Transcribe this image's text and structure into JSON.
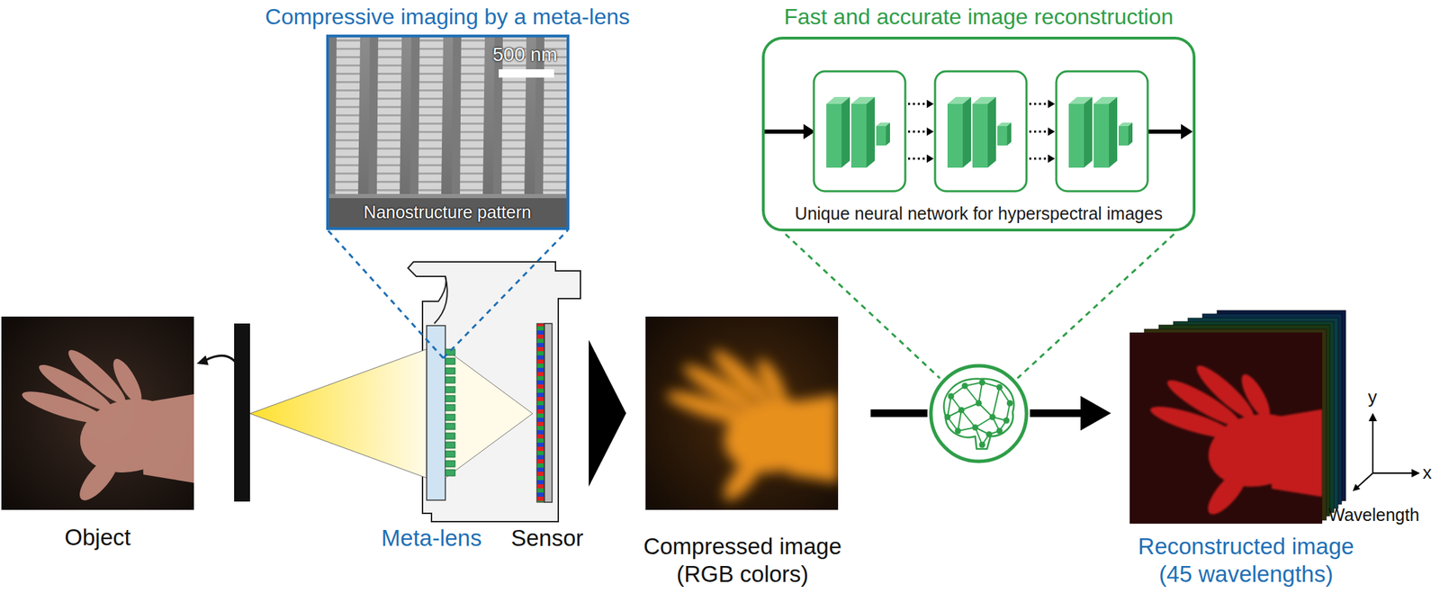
{
  "diagram": {
    "nodes": [
      {
        "text": [
          "Compressive imaging by a meta-lens",
          "500 nm",
          "Nanostructure pattern"
        ]
      },
      {
        "text": [
          "Fast and accurate image reconstruction",
          "Unique neural network for hyperspectral images"
        ]
      },
      {
        "text": [
          "Object"
        ]
      },
      {
        "text": [
          "Meta-lens",
          "Sensor"
        ]
      },
      {
        "text": [
          "Compressed image (RGB colors)"
        ]
      },
      {
        "text": [
          "Reconstructed image (45 wavelengths)"
        ]
      }
    ],
    "edges": [
      {
        "from": 3,
        "to": 4,
        "arrow": "to"
      },
      {
        "from": 4,
        "to": 5,
        "arrow": "to"
      },
      {
        "from": 3,
        "to": 0,
        "arrow": "none"
      }
    ],
    "labels": [
      "y",
      "x",
      "Wavelength"
    ]
  }
}
